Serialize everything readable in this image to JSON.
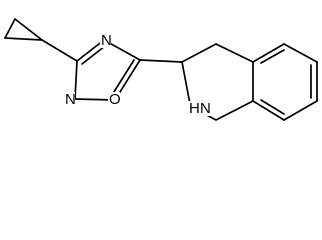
{
  "molecule": {
    "atoms": {
      "ring_n_top": "N",
      "ring_n_left": "N",
      "ring_o": "O",
      "amine_n": "N",
      "amine_h": "H"
    }
  },
  "colors": {
    "bond": "#000000",
    "background": "#ffffff"
  }
}
